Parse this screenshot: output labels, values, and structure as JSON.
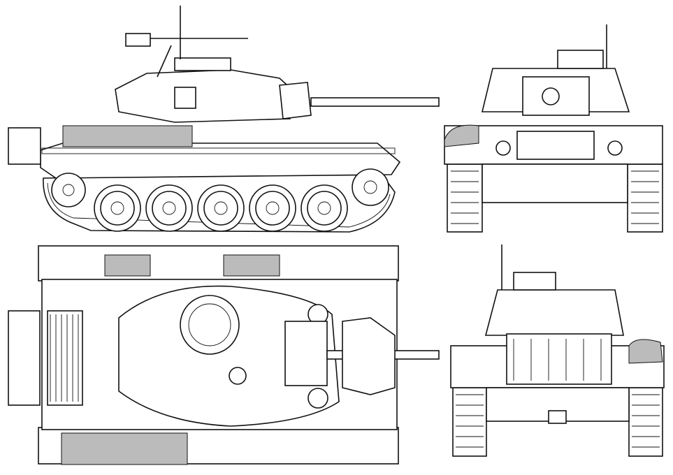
{
  "drawing": {
    "views": [
      "side-view",
      "front-view",
      "top-view",
      "rear-view"
    ],
    "colors": {
      "line": "#111111",
      "background": "#ffffff",
      "stowage": "#bbbbbb"
    },
    "road_wheels_per_side": 5
  }
}
